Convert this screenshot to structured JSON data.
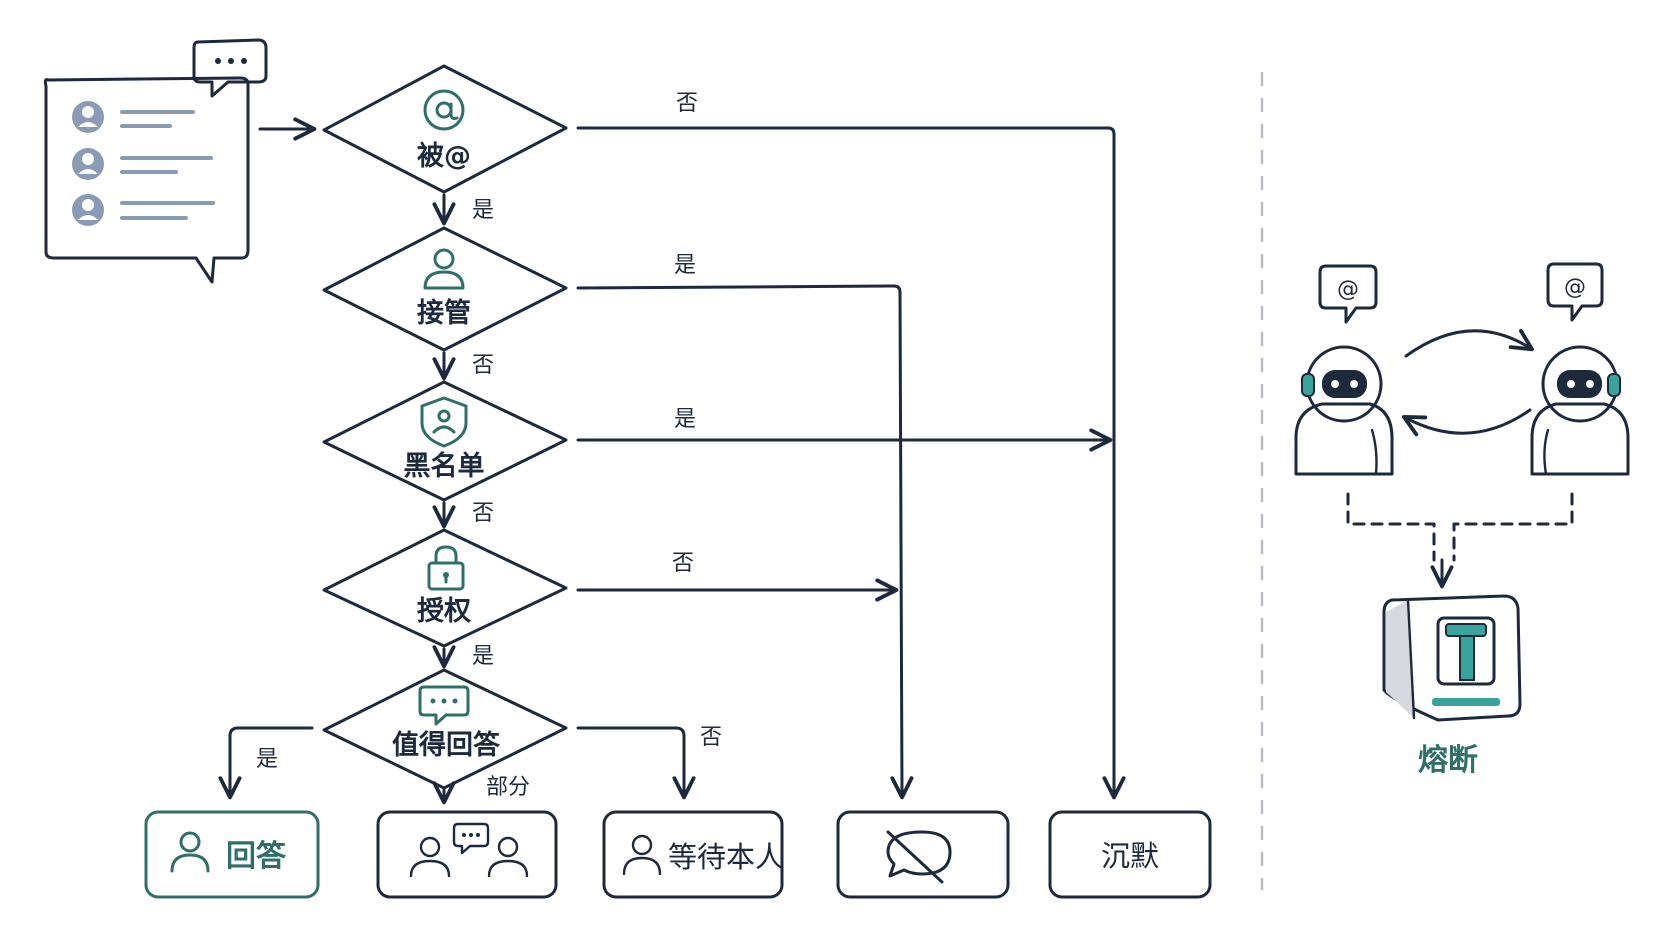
{
  "nodes": {
    "mentioned": "被@",
    "takeover": "接管",
    "blacklist": "黑名单",
    "authorized": "授权",
    "worth_reply": "值得回答"
  },
  "edges": {
    "mentioned_no": "否",
    "mentioned_yes": "是",
    "takeover_yes": "是",
    "takeover_no": "否",
    "blacklist_yes": "是",
    "blacklist_no": "否",
    "authorized_no": "否",
    "authorized_yes": "是",
    "worth_yes": "是",
    "worth_partial": "部分",
    "worth_no": "否"
  },
  "outcomes": {
    "answer": "回答",
    "wait_self": "等待本人",
    "silence": "沉默"
  },
  "side": {
    "bot_left_bubble": "@",
    "bot_right_bubble": "@",
    "circuit_breaker": "熔断"
  },
  "colors": {
    "ink": "#1d2a3e",
    "teal": "#2f6f68",
    "accent_teal": "#3aa39b",
    "avatar_gray": "#8a9bb5"
  }
}
